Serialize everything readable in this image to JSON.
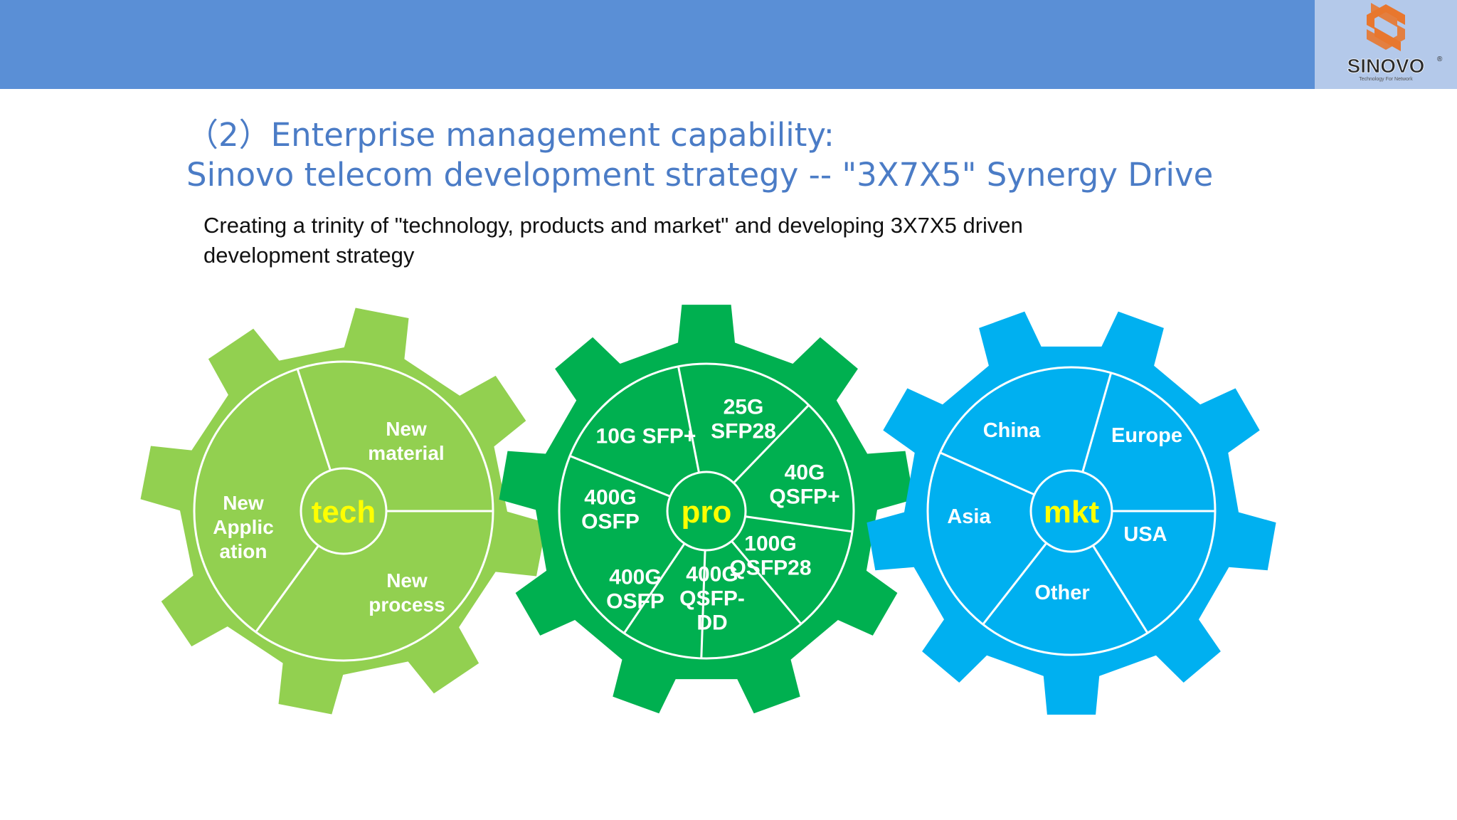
{
  "header": {
    "bar_color": "#5a8fd6",
    "logo": {
      "text": "SINOVO",
      "trademark": "®",
      "tagline": "Technology For Network",
      "icon": "sinovo-s-logo-icon",
      "icon_color": "#e8772e"
    }
  },
  "title": {
    "line1": "（2）Enterprise management capability:",
    "line2": "Sinovo telecom development strategy -- \"3X7X5\" Synergy Drive"
  },
  "subtitle": {
    "line1": "Creating a trinity of \"technology, products and market\" and developing 3X7X5 driven",
    "line2": "development strategy"
  },
  "gears": [
    {
      "id": "tech",
      "center": "tech",
      "color": "#92d050",
      "segments": [
        {
          "lines": [
            "New",
            "material"
          ]
        },
        {
          "lines": [
            "New",
            "process"
          ]
        },
        {
          "lines": [
            "New",
            "Applic",
            "ation"
          ]
        }
      ]
    },
    {
      "id": "pro",
      "center": "pro",
      "color": "#00b050",
      "segments": [
        {
          "lines": [
            "25G",
            "SFP28"
          ]
        },
        {
          "lines": [
            "40G",
            "QSFP+"
          ]
        },
        {
          "lines": [
            "100G",
            "QSFP28"
          ]
        },
        {
          "lines": [
            "400G",
            "QSFP-",
            "DD"
          ]
        },
        {
          "lines": [
            "400G",
            "OSFP"
          ]
        },
        {
          "lines": [
            "400G",
            "OSFP"
          ]
        },
        {
          "lines": [
            "10G SFP+"
          ]
        }
      ]
    },
    {
      "id": "mkt",
      "center": "mkt",
      "color": "#00b0f0",
      "segments": [
        {
          "lines": [
            "Europe"
          ]
        },
        {
          "lines": [
            "USA"
          ]
        },
        {
          "lines": [
            "Other"
          ]
        },
        {
          "lines": [
            "Asia"
          ]
        },
        {
          "lines": [
            "China"
          ]
        }
      ]
    }
  ]
}
